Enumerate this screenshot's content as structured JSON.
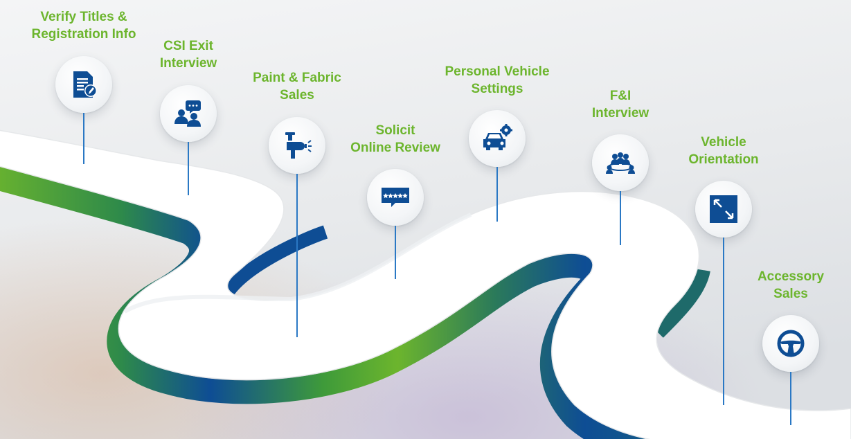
{
  "steps": [
    {
      "id": "verify-titles",
      "lines": [
        "Verify Titles &",
        "Registration Info"
      ],
      "icon": "document-edit-icon"
    },
    {
      "id": "csi-exit",
      "lines": [
        "CSI Exit",
        "Interview"
      ],
      "icon": "chat-people-icon"
    },
    {
      "id": "paint-fabric",
      "lines": [
        "Paint & Fabric",
        "Sales"
      ],
      "icon": "spray-gun-icon"
    },
    {
      "id": "solicit-review",
      "lines": [
        "Solicit",
        "Online Review"
      ],
      "icon": "star-review-icon"
    },
    {
      "id": "personal-vehicle",
      "lines": [
        "Personal Vehicle",
        "Settings"
      ],
      "icon": "car-settings-icon"
    },
    {
      "id": "fi-interview",
      "lines": [
        "F&I",
        "Interview"
      ],
      "icon": "meeting-table-icon"
    },
    {
      "id": "vehicle-orientation",
      "lines": [
        "Vehicle",
        "Orientation"
      ],
      "icon": "expand-arrows-icon"
    },
    {
      "id": "accessory-sales",
      "lines": [
        "Accessory",
        "Sales"
      ],
      "icon": "steering-wheel-icon"
    }
  ],
  "colors": {
    "label_green": "#6cb52d",
    "icon_blue": "#0e4d94",
    "pin_blue": "#2a78c4",
    "road_green": "#6cb52d",
    "road_blue": "#0e4d94"
  }
}
